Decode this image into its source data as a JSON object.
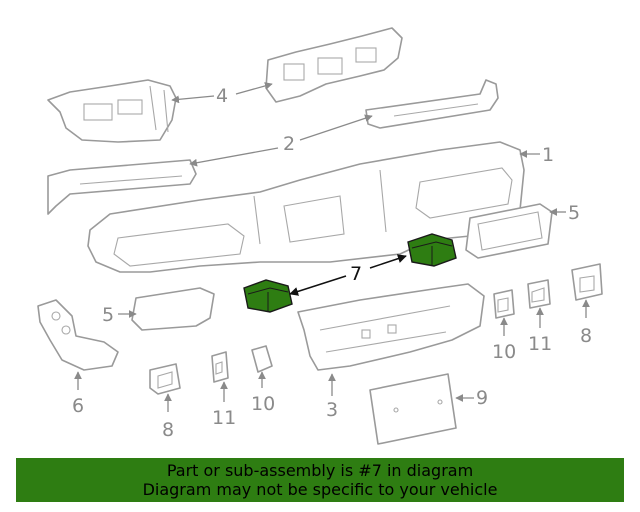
{
  "diagram": {
    "highlight_color": "#2e7d12",
    "part_color": "#9a9a9a",
    "callouts": {
      "c1": "1",
      "c2": "2",
      "c3": "3",
      "c4": "4",
      "c5a": "5",
      "c5b": "5",
      "c6": "6",
      "c7": "7",
      "c8a": "8",
      "c8b": "8",
      "c9": "9",
      "c10a": "10",
      "c10b": "10",
      "c11a": "11",
      "c11b": "11"
    },
    "highlighted_callout": "7"
  },
  "banner": {
    "line1": "Part or sub-assembly is #7 in diagram",
    "line2": "Diagram may not be specific to your vehicle"
  }
}
